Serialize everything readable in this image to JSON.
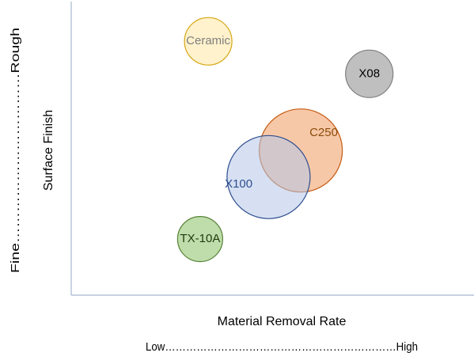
{
  "chart_data": {
    "type": "bubble",
    "xlabel": "Material Removal Rate",
    "ylabel": "Surface Finish",
    "x_scale_label": "Low…………………………………………………………High",
    "y_scale_label": "Fine……………………………Rough",
    "xlim": [
      0,
      100
    ],
    "ylim": [
      0,
      100
    ],
    "grid": false,
    "legend": "none",
    "axis_color": "#a5b7cd",
    "series": [
      {
        "name": "Ceramic",
        "x": 34,
        "y": 86,
        "r": 20,
        "fill": "#fff2cc",
        "stroke": "#d6a613",
        "text_color": "#7f7f7f",
        "opacity": 1
      },
      {
        "name": "X08",
        "x": 74,
        "y": 75,
        "r": 20,
        "fill": "#bfbfbf",
        "stroke": "#7f7f7f",
        "text_color": "#000000",
        "opacity": 1
      },
      {
        "name": "C250",
        "x": 57,
        "y": 49,
        "r": 35,
        "fill": "#f4b183",
        "stroke": "#c55a11",
        "text_color": "#8c4b0a",
        "opacity": 0.7
      },
      {
        "name": "X100",
        "x": 49,
        "y": 40,
        "r": 35,
        "fill": "#b4c7e7",
        "stroke": "#2f4f8f",
        "text_color": "#2f4f8f",
        "opacity": 0.55
      },
      {
        "name": "TX-10A",
        "x": 32,
        "y": 19,
        "r": 19,
        "fill": "#a9d18e",
        "stroke": "#548235",
        "text_color": "#1e3a10",
        "opacity": 0.75
      }
    ]
  }
}
